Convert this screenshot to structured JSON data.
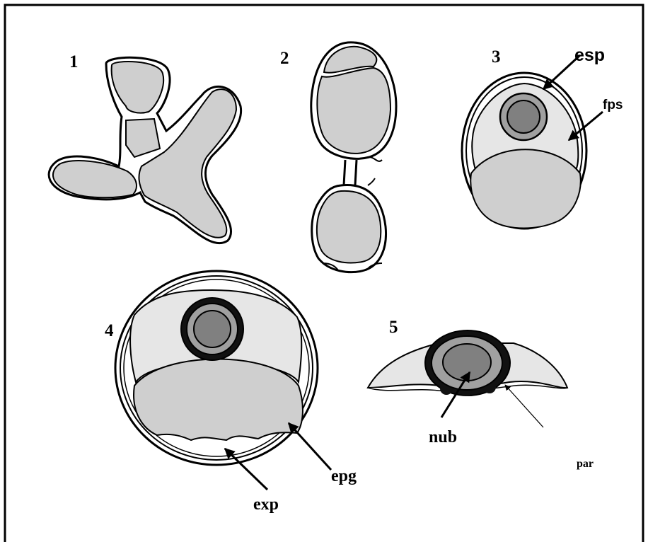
{
  "figure": {
    "stages": [
      "1",
      "2",
      "3",
      "4",
      "5"
    ],
    "labels": {
      "esp": "esp",
      "fps": "fps",
      "epg": "epg",
      "exp": "exp",
      "nub": "nub",
      "par": "par"
    },
    "colors": {
      "background": "#ffffff",
      "cell_fill": "#cfcfcf",
      "pale_fill": "#e6e6e6",
      "nucleus": "#8a8a8a",
      "dark_ring": "#111111",
      "outline": "#000000"
    }
  }
}
